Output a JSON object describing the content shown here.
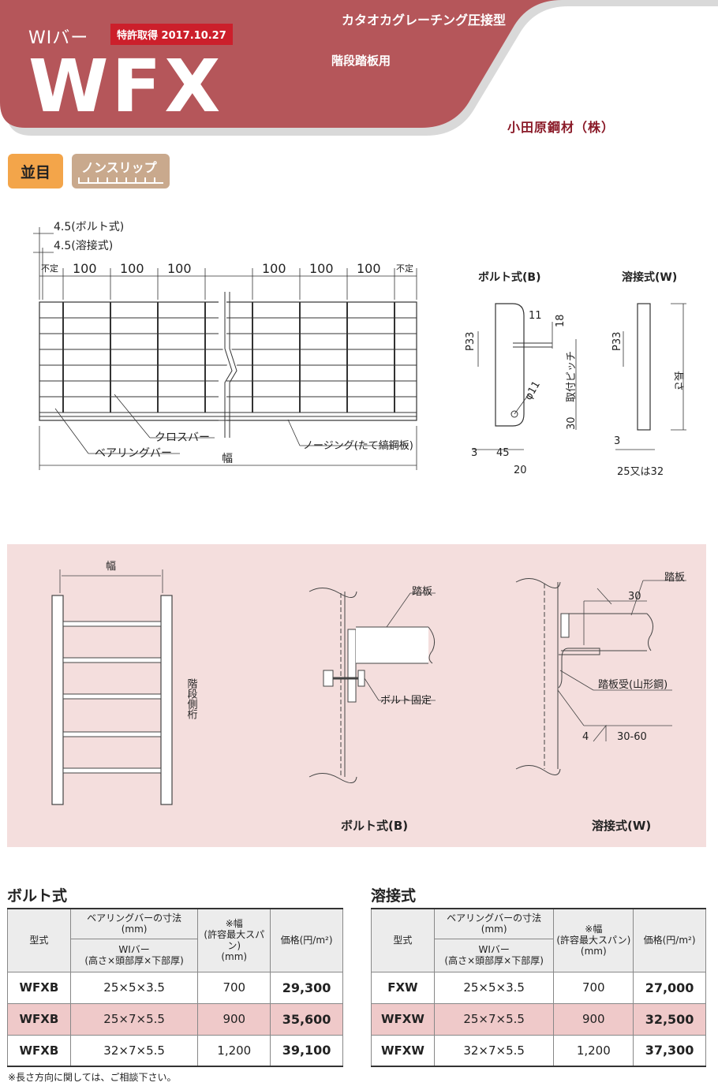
{
  "header": {
    "series": "WIバー",
    "patent": "特許取得 2017.10.27",
    "model": "WFX",
    "type": "カタオカグレーチング圧接型",
    "usage": "階段踏板用",
    "company": "小田原鋼材（株）"
  },
  "tags": {
    "plain": "並目",
    "nonslip": "ノンスリップ"
  },
  "plan_diagram": {
    "dim_bolt": "4.5(ボルト式)",
    "dim_weld": "4.5(溶接式)",
    "unfixed": "不定",
    "pitch": "100",
    "cross_bar": "クロスバー",
    "bearing_bar": "ベアリングバー",
    "nosing": "ノージング(たて縞鋼板)",
    "width": "幅"
  },
  "section_bolt": {
    "title": "ボルト式(B)",
    "p33": "P33",
    "d11": "11",
    "d18": "18",
    "pitch_label": "取付ピッチ",
    "phi": "φ11",
    "d30": "30",
    "d3": "3",
    "d45": "45",
    "d20": "20"
  },
  "section_weld": {
    "title": "溶接式(W)",
    "p33": "P33",
    "length": "長さ",
    "d3": "3",
    "d25": "25又は32"
  },
  "install": {
    "width": "幅",
    "stringer": "階段側桁",
    "tread": "踏板",
    "bolt_fix": "ボルト固定",
    "bolt_caption": "ボルト式(B)",
    "tread_w": "踏板",
    "d30": "30",
    "angle": "踏板受(山形鋼)",
    "d4": "4",
    "d3060": "30-60",
    "weld_caption": "溶接式(W)"
  },
  "bolt_table": {
    "title": "ボルト式",
    "headers": {
      "model": "型式",
      "dims": "ベアリングバーの寸法",
      "dims_unit": "(mm)",
      "wi": "WIバー",
      "wi_sub": "(高さ×頭部厚×下部厚)",
      "width": "※幅",
      "width_sub": "(許容最大スパン)",
      "width_unit": "(mm)",
      "price": "価格(円/m²)"
    },
    "rows": [
      {
        "model": "WFXB",
        "size": "25×5×3.5",
        "width": "700",
        "price": "29,300"
      },
      {
        "model": "WFXB",
        "size": "25×7×5.5",
        "width": "900",
        "price": "35,600"
      },
      {
        "model": "WFXB",
        "size": "32×7×5.5",
        "width": "1,200",
        "price": "39,100"
      }
    ]
  },
  "weld_table": {
    "title": "溶接式",
    "headers": {
      "model": "型式",
      "dims": "ベアリングバーの寸法",
      "dims_unit": "(mm)",
      "wi": "WIバー",
      "wi_sub": "(高さ×頭部厚×下部厚)",
      "width": "※幅",
      "width_sub": "(許容最大スパン)",
      "width_unit": "(mm)",
      "price": "価格(円/m²)"
    },
    "rows": [
      {
        "model": "FXW",
        "size": "25×5×3.5",
        "width": "700",
        "price": "27,000"
      },
      {
        "model": "WFXW",
        "size": "25×7×5.5",
        "width": "900",
        "price": "32,500"
      },
      {
        "model": "WFXW",
        "size": "32×7×5.5",
        "width": "1,200",
        "price": "37,300"
      }
    ]
  },
  "note": "※長さ方向に関しては、ご相談下さい。",
  "colors": {
    "header": "#b5565a",
    "patent": "#cc1f2b",
    "company": "#8a1a28",
    "panel": "#f4dedd",
    "row_alt": "#efc9c9"
  }
}
